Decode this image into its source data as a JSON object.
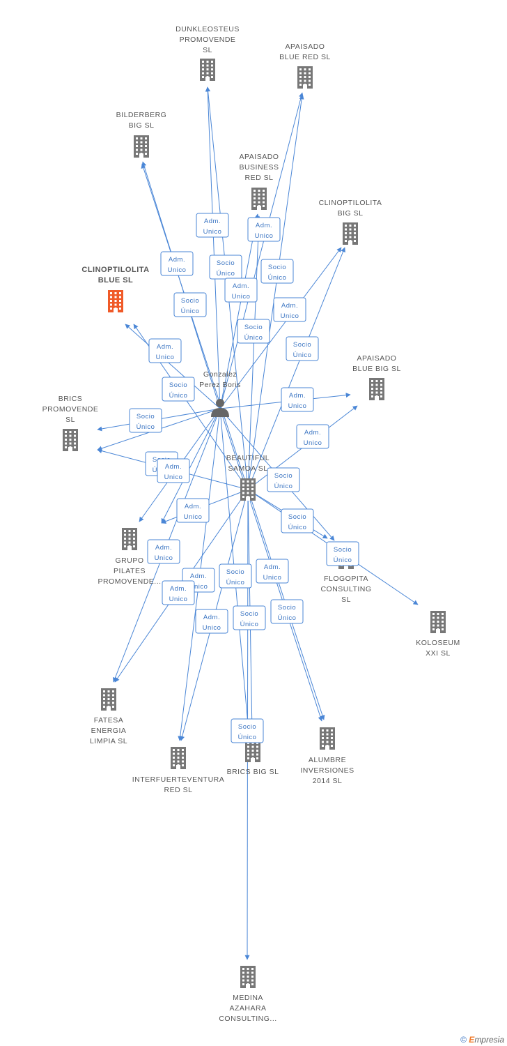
{
  "colors": {
    "edge": "#4a86d6",
    "node": "#777777",
    "highlight": "#f05a28",
    "person": "#666666"
  },
  "person": {
    "name_lines": [
      "Gonzalez",
      "Perez Boris"
    ],
    "icon": "person-icon"
  },
  "nodes": [
    {
      "id": "dunkleosteus",
      "lines": [
        "DUNKLEOSTEUS",
        "PROMOVENDE",
        "SL"
      ],
      "icon": "building-icon"
    },
    {
      "id": "apaisado-blue-red",
      "lines": [
        "APAISADO",
        "BLUE RED  SL"
      ],
      "icon": "building-icon"
    },
    {
      "id": "bilderberg",
      "lines": [
        "BILDERBERG",
        "BIG  SL"
      ],
      "icon": "building-icon"
    },
    {
      "id": "apaisado-business",
      "lines": [
        "APAISADO",
        "BUSINESS",
        "RED  SL"
      ],
      "icon": "building-icon"
    },
    {
      "id": "clinoptilolita-big",
      "lines": [
        "CLINOPTILOLITA",
        "BIG  SL"
      ],
      "icon": "building-icon"
    },
    {
      "id": "clinoptilolita-blue",
      "lines": [
        "CLINOPTILOLITA",
        "BLUE  SL"
      ],
      "icon": "building-icon",
      "highlight": true
    },
    {
      "id": "apaisado-blue-big",
      "lines": [
        "APAISADO",
        "BLUE BIG  SL"
      ],
      "icon": "building-icon"
    },
    {
      "id": "brics-promovende",
      "lines": [
        "BRICS",
        "PROMOVENDE",
        "SL"
      ],
      "icon": "building-icon"
    },
    {
      "id": "beautiful-samoa",
      "lines": [
        "BEAUTIFUL",
        "SAMOA SL"
      ],
      "icon": "building-icon"
    },
    {
      "id": "grupo-pilates",
      "lines": [
        "GRUPO",
        "PILATES",
        "PROMOVENDE..."
      ],
      "icon": "building-icon"
    },
    {
      "id": "flogopita",
      "lines": [
        "FLOGOPITA",
        "CONSULTING",
        "SL"
      ],
      "icon": "building-icon"
    },
    {
      "id": "koloseum",
      "lines": [
        "KOLOSEUM",
        "XXI  SL"
      ],
      "icon": "building-icon"
    },
    {
      "id": "fatesa",
      "lines": [
        "FATESA",
        "ENERGIA",
        "LIMPIA  SL"
      ],
      "icon": "building-icon"
    },
    {
      "id": "interfuerteventura",
      "lines": [
        "INTERFUERTEVENTURA",
        "RED  SL"
      ],
      "icon": "building-icon"
    },
    {
      "id": "brics-big",
      "lines": [
        "BRICS BIG  SL"
      ],
      "icon": "building-icon"
    },
    {
      "id": "alumbre",
      "lines": [
        "ALUMBRE",
        "INVERSIONES",
        "2014  SL"
      ],
      "icon": "building-icon"
    },
    {
      "id": "medina-azahara",
      "lines": [
        "MEDINA",
        "AZAHARA",
        "CONSULTING..."
      ],
      "icon": "building-icon"
    }
  ],
  "edge_labels": [
    [
      "Adm.",
      "Unico"
    ],
    [
      "Adm.",
      "Unico"
    ],
    [
      "Socio",
      "Único"
    ],
    [
      "Adm.",
      "Unico"
    ],
    [
      "Socio",
      "Único"
    ],
    [
      "Adm.",
      "Unico"
    ],
    [
      "Socio",
      "Único"
    ],
    [
      "Adm.",
      "Unico"
    ],
    [
      "Socio",
      "Único"
    ],
    [
      "Socio",
      "Único"
    ],
    [
      "Adm.",
      "Unico"
    ],
    [
      "Socio",
      "Único"
    ],
    [
      "Adm.",
      "Unico"
    ],
    [
      "Socio",
      "Único"
    ],
    [
      "Adm.",
      "Unico"
    ],
    [
      "Socio",
      "Único"
    ],
    [
      "Adm.",
      "Unico"
    ],
    [
      "Socio",
      "Único"
    ],
    [
      "Adm.",
      "Unico"
    ],
    [
      "Socio",
      "Único"
    ],
    [
      "Adm.",
      "Unico"
    ],
    [
      "Socio",
      "Único"
    ],
    [
      "Adm.",
      "Unico"
    ],
    [
      "Socio",
      "Único"
    ],
    [
      "Adm.",
      "Unico"
    ],
    [
      "Adm.",
      "Unico"
    ],
    [
      "Adm.",
      "Unico"
    ],
    [
      "Socio",
      "Único"
    ],
    [
      "Socio",
      "Único"
    ],
    [
      "Socio",
      "Único"
    ],
    [
      "Socio",
      "Único"
    ],
    [
      "Socio",
      "Único"
    ],
    [
      "Socio",
      "Único"
    ]
  ],
  "footer": {
    "copyright": "©",
    "brand_initial": "E",
    "brand_rest": "mpresia"
  }
}
